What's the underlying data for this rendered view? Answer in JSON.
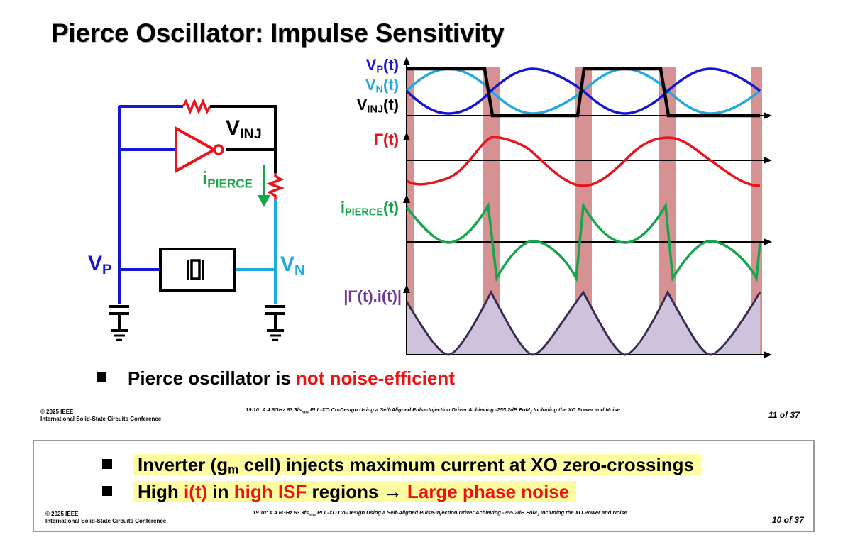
{
  "slide": {
    "title": "Pierce Oscillator: Impulse Sensitivity",
    "bullet": {
      "text": "Pierce oscillator is ",
      "highlight": "not noise-efficient"
    },
    "footer": {
      "copyright": "© 2025 IEEE",
      "conference": "International Solid-State Circuits Conference",
      "paper_pre": "19.10: A 4.6GHz 63.3fs",
      "paper_sub": "rms",
      "paper_post": " PLL-XO Co-Design Using a Self-Aligned Pulse-Injection Driver Achieving -255.2dB FoM",
      "paper_sub2": "J",
      "paper_line2": " Including the XO Power and Noise",
      "page": "11 of 37"
    }
  },
  "circuit": {
    "vinj": {
      "main": "V",
      "sub": "INJ"
    },
    "ipierce": {
      "main": "i",
      "sub": "PIERCE"
    },
    "vp": {
      "main": "V",
      "sub": "P"
    },
    "vn": {
      "main": "V",
      "sub": "N"
    }
  },
  "plots": {
    "vp": {
      "main": "V",
      "sub": "P",
      "tail": "(t)"
    },
    "vn": {
      "main": "V",
      "sub": "N",
      "tail": "(t)"
    },
    "vinj": {
      "main": "V",
      "sub": "INJ",
      "tail": "(t)"
    },
    "gamma": "Γ(t)",
    "ipierce": {
      "main": "i",
      "sub": "PIERCE",
      "tail": "(t)"
    },
    "product": "|Γ(t).i(t)|"
  },
  "overlay": {
    "bullets": [
      {
        "pre": "Inverter (g",
        "sub": "m",
        "post": " cell) injects maximum current at XO zero-crossings"
      },
      {
        "pre": "High ",
        "red1": "i(t)",
        "mid": " in ",
        "red2": "high ISF",
        "post": " regions ",
        "arrow": "→",
        "red3": "Large phase noise"
      }
    ],
    "footer": {
      "copyright": "© 2025 IEEE",
      "conference": "International Solid-State Circuits Conference",
      "paper_pre": "19.10: A 4.6GHz 63.3fs",
      "paper_sub": "rms",
      "paper_post": " PLL-XO Co-Design Using a Self-Aligned Pulse-Injection Driver Achieving -255.2dB FoM",
      "paper_sub2": "J",
      "paper_line2": " Including the XO Power and Noise",
      "page": "10 of 37"
    }
  },
  "colors": {
    "vp": "#1515d6",
    "vn": "#21a9e1",
    "vinj": "#000000",
    "gamma": "#e8131b",
    "ipierce": "#16a54b",
    "product": "#6b3a96",
    "product_fill": "#cdc3dc",
    "band": "#d69292",
    "highlight": "#fefca0"
  }
}
